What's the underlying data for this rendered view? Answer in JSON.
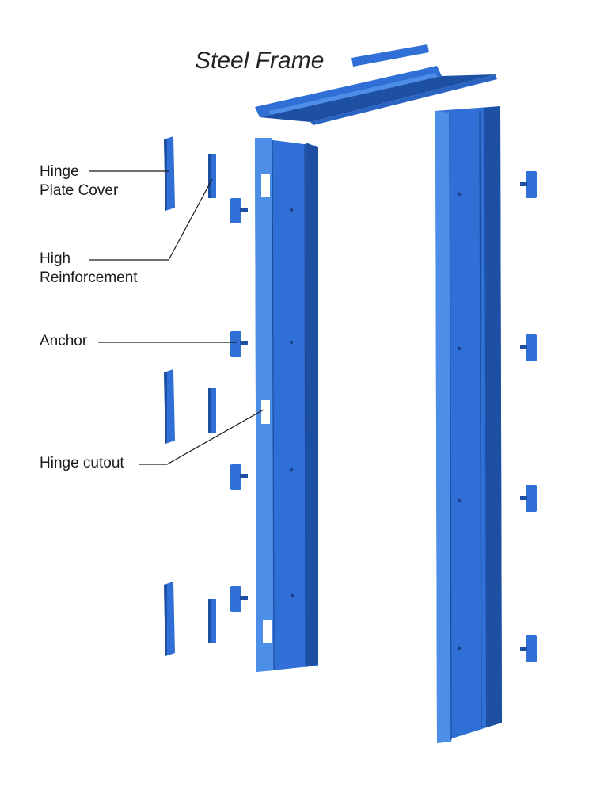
{
  "title": "Steel Frame",
  "labels": {
    "hinge_plate_cover_line1": "Hinge",
    "hinge_plate_cover_line2": "Plate Cover",
    "high_reinforcement_line1": "High",
    "high_reinforcement_line2": "Reinforcement",
    "anchor": "Anchor",
    "hinge_cutout": "Hinge cutout"
  },
  "colors": {
    "steel_blue": "#2f6fd6",
    "steel_dark": "#1d4fa3",
    "steel_light": "#4d8ee8",
    "background": "#ffffff",
    "text": "#1a1a1a"
  }
}
